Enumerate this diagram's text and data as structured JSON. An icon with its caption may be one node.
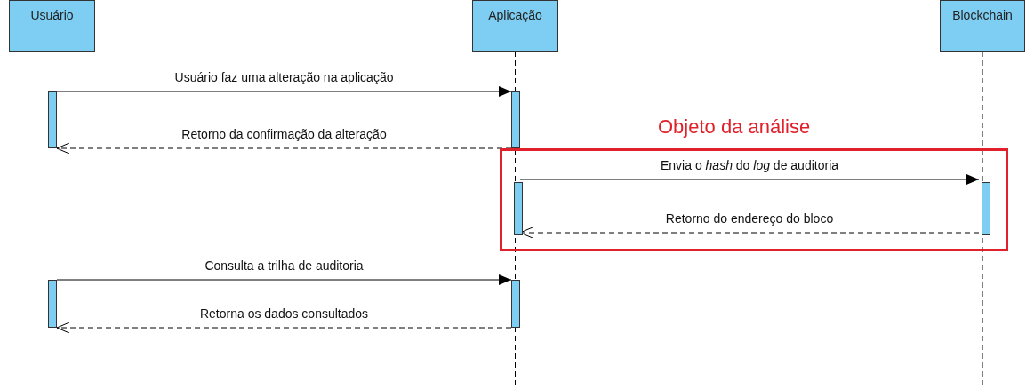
{
  "diagram": {
    "nodes": [
      {
        "text": [
          "Usuário"
        ]
      },
      {
        "text": [
          "Aplicação"
        ]
      },
      {
        "text": [
          "Blockchain"
        ]
      },
      {
        "text": [],
        "shape": "bar"
      },
      {
        "text": [],
        "shape": "bar"
      },
      {
        "text": [
          "Objeto da análise"
        ]
      },
      {
        "text": [],
        "shape": "bar",
        "in": 5
      },
      {
        "text": [],
        "shape": "bar",
        "in": 5
      },
      {
        "text": [],
        "shape": "bar"
      },
      {
        "text": [],
        "shape": "bar"
      }
    ],
    "edges": [
      {
        "from": 3,
        "to": 4,
        "arrow": "to",
        "label": "Usuário faz uma alteração na aplicação"
      },
      {
        "from": 4,
        "to": 3,
        "arrow": "to",
        "style": "dashed",
        "label": "Retorno da confirmação da alteração"
      },
      {
        "from": 6,
        "to": 7,
        "arrow": "to",
        "label": "Envia o *hash* do *log* de auditoria"
      },
      {
        "from": 7,
        "to": 6,
        "arrow": "to",
        "style": "dashed",
        "label": "Retorno do endereço do bloco"
      },
      {
        "from": 8,
        "to": 9,
        "arrow": "to",
        "label": "Consulta a trilha de auditoria"
      },
      {
        "from": 9,
        "to": 8,
        "arrow": "to",
        "style": "dashed",
        "label": "Retorna os dados consultados"
      }
    ]
  }
}
